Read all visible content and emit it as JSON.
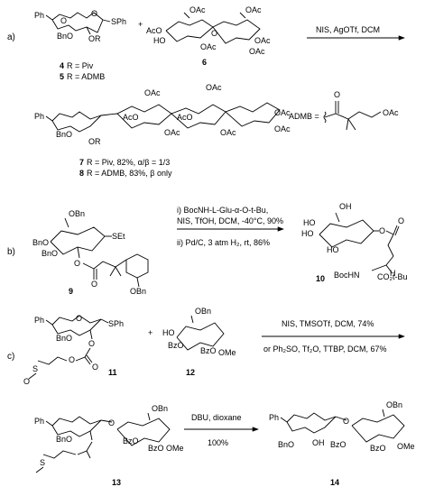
{
  "panels": {
    "a": {
      "label": "a)",
      "donor": {
        "left_group": "Ph",
        "groups": [
          "O",
          "O",
          "SPh",
          "BnO",
          "OR"
        ]
      },
      "acceptor": {
        "groups": [
          "OAc",
          "OAc",
          "AcO",
          "HO",
          "OAc",
          "OAc",
          "OAc",
          "OAc",
          "OAc"
        ]
      },
      "plus": "+",
      "compound_donor_labels": [
        {
          "num": "4",
          "text": "R = Piv"
        },
        {
          "num": "5",
          "text": "R = ADMB"
        }
      ],
      "acceptor_num": "6",
      "conditions": "NIS, AgOTf, DCM",
      "product": {
        "groups": [
          "Ph",
          "OAc",
          "OAc",
          "BnO",
          "OR",
          "OAc",
          "OAc",
          "OAc",
          "OAc",
          "OAc",
          "OAc"
        ]
      },
      "product_labels": [
        {
          "num": "7",
          "text": "R = Piv, 82%, α/β = 1/3"
        },
        {
          "num": "8",
          "text": "R = ADMB, 83%, β only"
        }
      ],
      "admb": {
        "label": "ADMB =",
        "end_group": "OAc",
        "carbonyl": "O"
      }
    },
    "b": {
      "label": "b)",
      "start": {
        "groups": [
          "OBn",
          "BnO",
          "BnO",
          "SEt",
          "O",
          "O",
          "OBn"
        ]
      },
      "start_num": "9",
      "conditions_1": "i) BocNH-L-Glu-α-O-t-Bu,",
      "conditions_2": "NIS, TfOH, DCM, -40°C, 90%",
      "conditions_3": "ii) Pd/C, 3 atm H₂, rt, 86%",
      "product": {
        "groups": [
          "OH",
          "HO",
          "HO",
          "HO",
          "O",
          "O",
          "H",
          "BocHN",
          "CO₂t-Bu"
        ]
      },
      "product_num": "10"
    },
    "c": {
      "label": "c)",
      "donor": {
        "groups": [
          "Ph",
          "O",
          "SPh",
          "BnO",
          "O",
          "O",
          "O",
          "S",
          "O"
        ]
      },
      "donor_num": "11",
      "plus": "+",
      "acceptor": {
        "groups": [
          "OBn",
          "HO",
          "BzO",
          "BzO",
          "OMe"
        ]
      },
      "acceptor_num": "12",
      "conditions_1": "NIS, TMSOTf, DCM, 74%",
      "conditions_2": "or Ph₂SO, Tf₂O, TTBP, DCM, 67%",
      "intermediate": {
        "groups": [
          "Ph",
          "OBn",
          "BnO",
          "BzO",
          "OMe",
          "BzO"
        ]
      },
      "intermediate_num": "13",
      "conditions_3": "DBU, dioxane",
      "conditions_4": "100%",
      "product": {
        "groups": [
          "Ph",
          "OBn",
          "BnO",
          "OH",
          "BzO",
          "BzO",
          "OMe"
        ]
      },
      "product_num": "14"
    }
  }
}
